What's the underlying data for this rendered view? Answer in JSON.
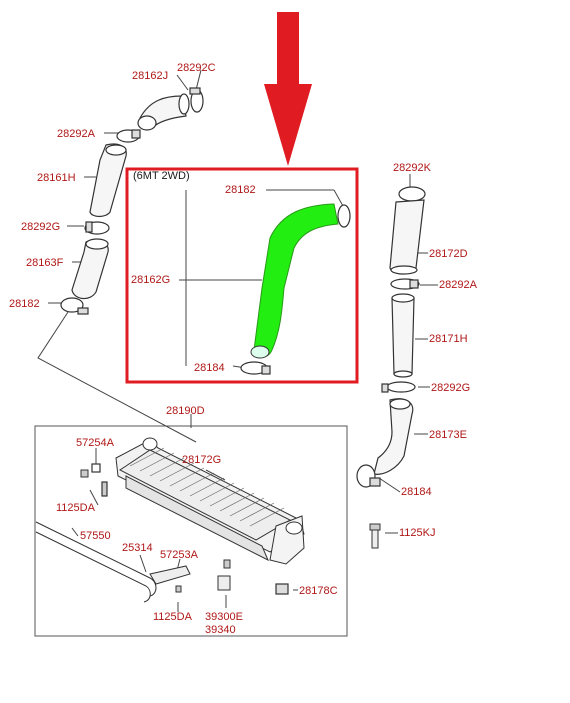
{
  "colors": {
    "label": "#b01818",
    "highlight_box": "#e01b22",
    "arrow": "#e01b22",
    "highlight_part": "#22ee11",
    "line": "#333333"
  },
  "group_label": "(6MT 2WD)",
  "labels": {
    "l28162J": "28162J",
    "l28292C": "28292C",
    "l28292A_left": "28292A",
    "l28161H": "28161H",
    "l28292G_left": "28292G",
    "l28163F": "28163F",
    "l28182_left": "28182",
    "l28182_box": "28182",
    "l28162G": "28162G",
    "l28184_box": "28184",
    "l28292K": "28292K",
    "l28172D": "28172D",
    "l28292A_right": "28292A",
    "l28171H": "28171H",
    "l28292G_right": "28292G",
    "l28173E": "28173E",
    "l28184_right": "28184",
    "l28190D": "28190D",
    "l57254A": "57254A",
    "l28172G": "28172G",
    "l1125DA_top": "1125DA",
    "l57550": "57550",
    "l25314": "25314",
    "l57253A": "57253A",
    "l1125KJ": "1125KJ",
    "l28178C": "28178C",
    "l1125DA_bottom": "1125DA",
    "l39300E": "39300E",
    "l39340": "39340"
  }
}
